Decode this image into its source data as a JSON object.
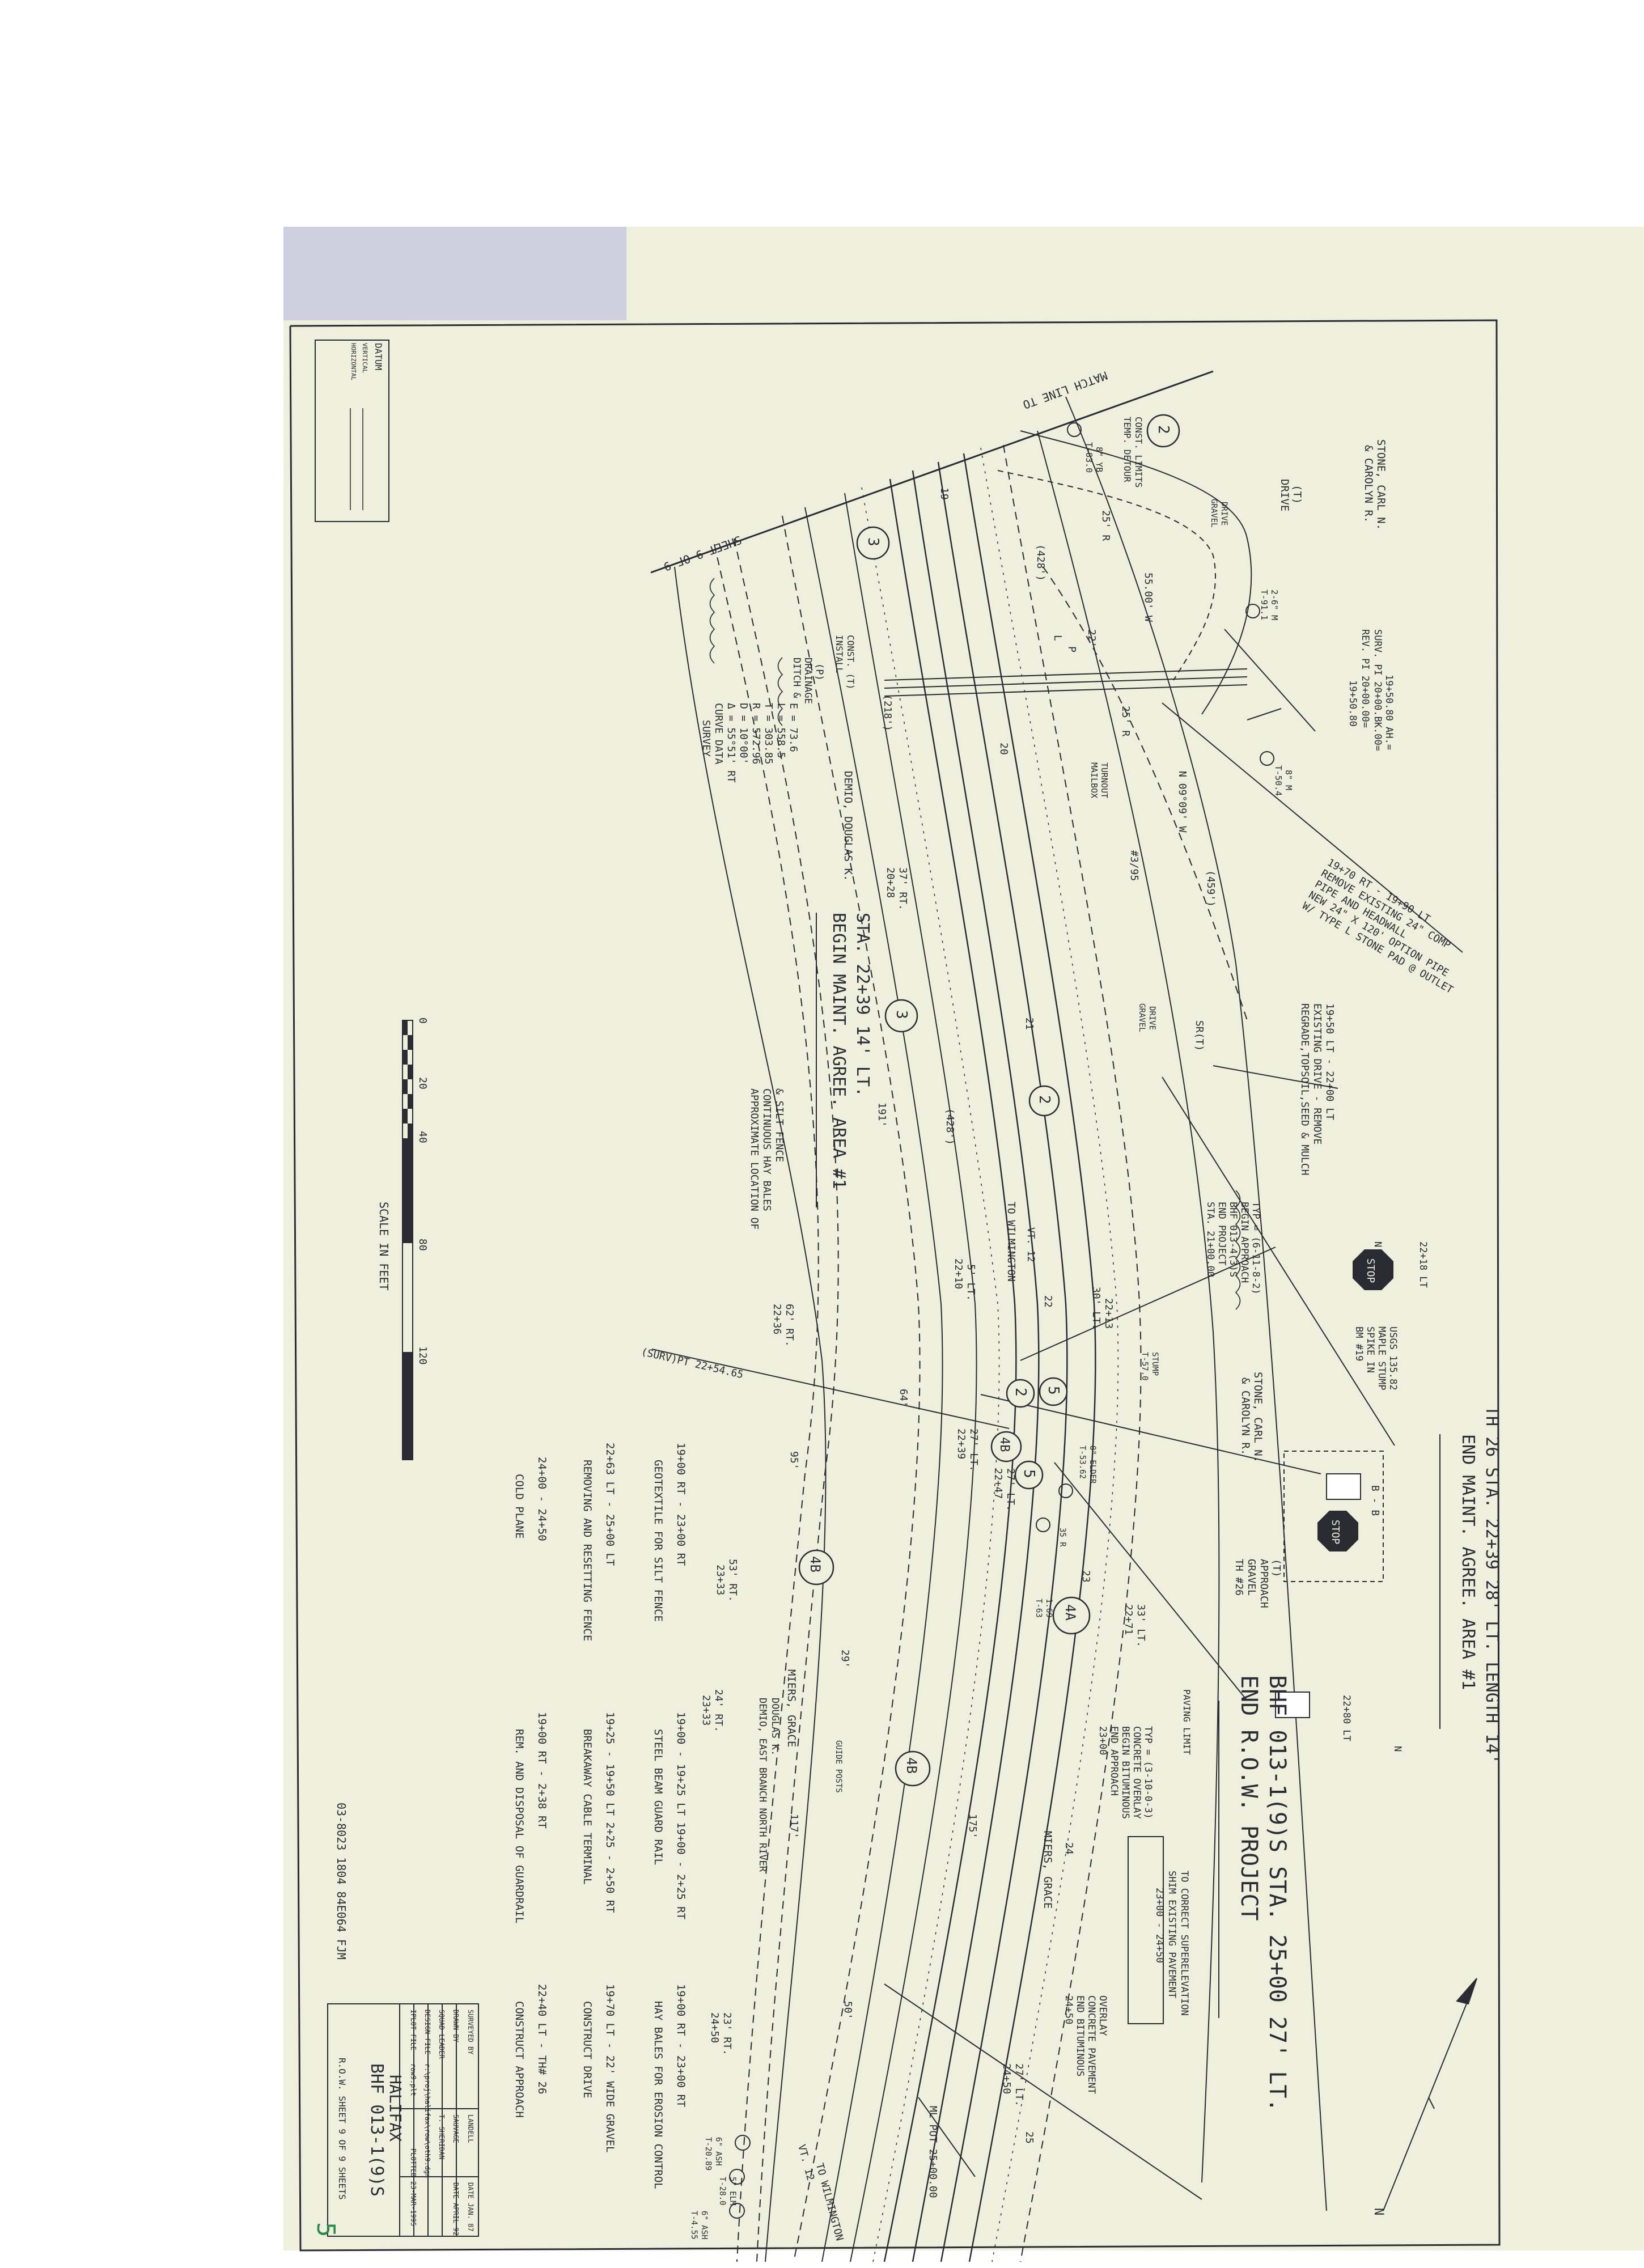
{
  "datum": {
    "title": "DATUM",
    "vertical": "VERTICAL",
    "horizontal": "HORIZONTAL"
  },
  "match_line": {
    "text": "MATCH LINE TO",
    "sheet": "SHEET 9 OF 9"
  },
  "owners": {
    "stone_top": [
      "STONE, CARL N.",
      "& CAROLYN R."
    ],
    "stone_mid": [
      "STONE, CARL N.",
      "& CAROLYN R."
    ],
    "demio": "DEMIO, DOUGLAS K.",
    "miers_left": "MIERS, GRACE",
    "miers_right": "MIERS, GRACE",
    "demio_east": [
      "DEMIO, EAST BRANCH NORTH RIVER",
      "DOUGLAS K."
    ]
  },
  "labels": {
    "drive": [
      "DRIVE",
      "(T)"
    ],
    "surv_pi": [
      "SURV. PI 20+00.BK.00=",
      "REV. PI 20+00.00=",
      "19+50.80 AH.=",
      "19+50.80"
    ],
    "temp_detour": [
      "TEMP. DETOUR",
      "CONST. LIMITS"
    ],
    "t_83": [
      "T-83.0",
      "8\" YB"
    ],
    "t_91": [
      "T-91.1",
      "2-6\" M"
    ],
    "t_50": [
      "T-50.4",
      "8\" M"
    ],
    "gravel_drive_1": [
      "GRAVEL",
      "DRIVE"
    ],
    "gravel_drive_2": [
      "GRAVEL",
      "DRIVE"
    ],
    "mailbox": [
      "MAILBOX",
      "TURNOUT"
    ],
    "remove_pipe": [
      "19+70 RT - 19+90 LT",
      "REMOVE EXISTING 24\" COMP",
      "PIPE AND HEADWALL",
      "NEW 24\" X 120' OPTION PIPE",
      "W/ TYPE L STONE PAD @ OUTLET"
    ],
    "existing_drive": [
      "19+50 LT - 22+00 LT",
      "EXISTING DRIVE - REMOVE",
      "REGRADE,TOPSOIL,SEED & MULCH"
    ],
    "sta_21": [
      "STA. 21+00.00",
      "END PROJECT",
      "BHF 013-4(3)S",
      "BEGIN APPROACH",
      "TYP = (6-11-8-2)"
    ],
    "bm19": [
      "BM #19",
      "SPIKE IN",
      "MAPLE STUMP",
      "USGS 135.82"
    ],
    "stop_22_18": [
      "22+18 LT",
      "N"
    ],
    "stop_22_80": [
      "22+80 LT",
      "N"
    ],
    "stop_word": "STOP",
    "section_bb": "B - B",
    "end_maint": [
      "END MAINT. AGREE. AREA #1",
      "TH 26 STA. 22+39 28' LT. LENGTH 14'"
    ],
    "end_row": [
      "END R.O.W. PROJECT",
      "BHF 013-1(9)S STA. 25+00 27' LT."
    ],
    "shim": [
      "23+00 - 24+50",
      "SHIM EXISTING PAVEMENT",
      "TO CORRECT SUPERELEVATION"
    ],
    "bituminous": [
      "24+50",
      "END BITUMINOUS",
      "CONCRETE PAVEMENT",
      "OVERLAY"
    ],
    "end_approach": [
      "23+00",
      "END APPROACH",
      "BEGIN BITUMINOUS",
      "CONCRETE OVERLAY",
      "TYP = (3-10-0-3)"
    ],
    "paving_limit": "PAVING LIMIT",
    "th26": [
      "TH #26",
      "GRAVEL",
      "APPROACH",
      "(T)"
    ],
    "begin_maint": [
      "BEGIN MAINT. AGREE. AREA #1",
      "STA. 22+39 14' LT."
    ],
    "approx_loc": [
      "APPROXIMATE LOCATION OF",
      "CONTINUOUS HAY BALES",
      "& SILT FENCE"
    ],
    "survey_curve": [
      "SURVEY",
      "CURVE DATA",
      "Δ = 55°51' RT",
      "D = 10°00'",
      "R = 572.96",
      "T = 303.85",
      "L = 558.5",
      "E = 73.6"
    ],
    "ditch": [
      "DITCH &",
      "DRAINAGE",
      "(P)"
    ],
    "install": [
      "INSTALL",
      "CONST. (T)"
    ],
    "to_wilmington": "TO WILMINGTON",
    "vt12": "VT. 12",
    "to_wilmington_2": [
      "VT. 12",
      "TO WILMINGTON"
    ],
    "surv_pt": "(SURV)PT   22+54.65",
    "ml_pot": "ML POT 25+00.00",
    "guide_posts": "GUIDE POSTS",
    "t_20_89": [
      "T-20.89",
      "6\" ASH"
    ],
    "t_28": [
      "T-28.0",
      "5\" ELM"
    ],
    "t_4_55": [
      "T-4.55",
      "6\" ASH"
    ],
    "t_57": [
      "T-57.0",
      "STUMP"
    ],
    "t_53": [
      "T-53.62",
      "8\" ELDER"
    ],
    "t_63": [
      "T-63",
      "1.69"
    ],
    "t_35": "35 R"
  },
  "stations": [
    "20+28",
    "37' RT.",
    "22+10",
    "5' LT.",
    "22+13",
    "30' LT.",
    "22+36",
    "62' RT.",
    "22+39",
    "27' LT.",
    "22+47",
    "27' LT.",
    "22+71",
    "33' LT.",
    "23+33",
    "53' RT.",
    "23+33",
    "24' RT.",
    "24+50",
    "23' RT.",
    "24+50",
    "27' LT."
  ],
  "dims": [
    "(428')",
    "(218')",
    "(459')",
    "(428')",
    "191'",
    "95'",
    "64'",
    "175'",
    "117'",
    "50'",
    "29'",
    "25' R",
    "25' R",
    "22'",
    "20",
    "21",
    "22",
    "23",
    "24",
    "25",
    "19",
    "55.00' W",
    "N 09°09' W",
    "#3/95",
    "SR(T)",
    "L",
    "P"
  ],
  "circles": [
    "2",
    "3",
    "3",
    "2",
    "2",
    "5",
    "5",
    "4B",
    "4B",
    "4A",
    "4B"
  ],
  "scale": {
    "ticks": [
      "0",
      "20",
      "40",
      "80",
      "120"
    ],
    "label": "SCALE IN FEET"
  },
  "notes": [
    {
      "title": "GEOTEXTILE FOR SILT FENCE",
      "value": "19+00 RT - 23+00 RT"
    },
    {
      "title": "REMOVING AND RESETTING FENCE",
      "value": "22+63 LT - 25+00 LT"
    },
    {
      "title": "COLD PLANE",
      "value": "24+00 - 24+50"
    },
    {
      "title": "STEEL BEAM GUARD RAIL",
      "value": "19+00 - 19+25 LT\n19+00 - 2+25 RT"
    },
    {
      "title": "BREAKAWAY CABLE TERMINAL",
      "value": "19+25 - 19+50 LT\n2+25 - 2+50 RT"
    },
    {
      "title": "REM. AND DISPOSAL OF GUARDRAIL",
      "value": "19+00 RT - 2+38 RT"
    },
    {
      "title": "HAY BALES FOR EROSION CONTROL",
      "value": "19+00 RT - 23+00 RT"
    },
    {
      "title": "CONSTRUCT DRIVE",
      "value": "19+70 LT - 22' WIDE GRAVEL"
    },
    {
      "title": "CONSTRUCT APPROACH",
      "value": "22+40 LT - TH# 26"
    }
  ],
  "file_code": "03-8023 1804 84E064 FJM",
  "title_block": {
    "project": "BHF 013-1(9)S",
    "town": "HALIFAX",
    "sheet": "R.O.W. SHEET 9 OF 9 SHEETS",
    "rows": [
      [
        "SURVEYED BY",
        "LANDELL",
        "DATE JAN. 87"
      ],
      [
        "DRAWN BY",
        "SAUVAGE",
        "DATE APRIL 92"
      ],
      [
        "SQUAD LEADER",
        "T. SHERIDAN",
        ""
      ],
      [
        "DESIGN FILE",
        "r:\\proj\\halifax\\row\\oth9.dgn",
        ""
      ],
      [
        "IPLOT FILE",
        "row9.plt",
        "PLOTTED 23-MAR-1995"
      ]
    ]
  },
  "north": "N",
  "page_number": "5",
  "colors": {
    "paper": "#eef0dd",
    "line": "#2b2b33",
    "tab": "#cfd0df",
    "mark": "#2a8a4a"
  }
}
